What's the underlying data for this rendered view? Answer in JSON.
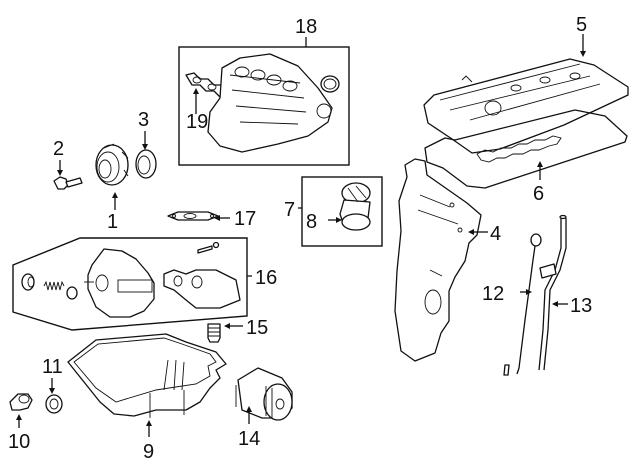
{
  "diagram": {
    "type": "exploded-parts-diagram",
    "callouts": [
      {
        "id": "1",
        "label": "1"
      },
      {
        "id": "2",
        "label": "2"
      },
      {
        "id": "3",
        "label": "3"
      },
      {
        "id": "4",
        "label": "4"
      },
      {
        "id": "5",
        "label": "5"
      },
      {
        "id": "6",
        "label": "6"
      },
      {
        "id": "7",
        "label": "7"
      },
      {
        "id": "8",
        "label": "8"
      },
      {
        "id": "9",
        "label": "9"
      },
      {
        "id": "10",
        "label": "10"
      },
      {
        "id": "11",
        "label": "11"
      },
      {
        "id": "12",
        "label": "12"
      },
      {
        "id": "13",
        "label": "13"
      },
      {
        "id": "14",
        "label": "14"
      },
      {
        "id": "15",
        "label": "15"
      },
      {
        "id": "16",
        "label": "16"
      },
      {
        "id": "17",
        "label": "17"
      },
      {
        "id": "18",
        "label": "18"
      },
      {
        "id": "19",
        "label": "19"
      }
    ],
    "parts": {
      "pulley": "1",
      "bolt": "2",
      "seal": "3",
      "timing_cover": "4",
      "valve_cover": "5",
      "valve_cover_gasket": "6",
      "oil_cap_group": "7",
      "oil_filler_cap": "8",
      "oil_pan": "9",
      "drain_plug": "10",
      "drain_gasket": "11",
      "dipstick": "12",
      "dipstick_tube": "13",
      "oil_filter": "14",
      "filter_fitting": "15",
      "oil_pump_assembly": "16",
      "pump_gasket": "17",
      "intake_manifold_assembly": "18",
      "manifold_gasket": "19"
    }
  }
}
